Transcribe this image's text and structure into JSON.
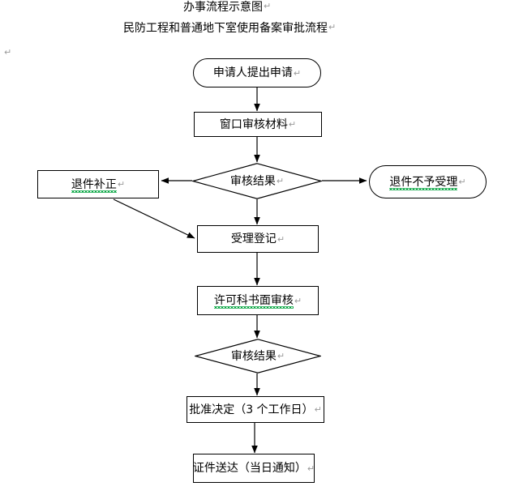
{
  "document": {
    "title_main": "办事流程示意图",
    "title_sub": "民防工程和普通地下室使用备案审批流程",
    "paragraph_mark": "↵",
    "margin_mark": "↵"
  },
  "flowchart": {
    "type": "flowchart",
    "orientation": "top-to-bottom",
    "nodes": [
      {
        "id": "apply",
        "label": "申请人提出申请",
        "shape": "rounded-rectangle",
        "proofing_underline": false
      },
      {
        "id": "window",
        "label": "窗口审核材料",
        "shape": "rectangle",
        "proofing_underline": false
      },
      {
        "id": "decision1",
        "label": "审核结果",
        "shape": "diamond",
        "proofing_underline": false
      },
      {
        "id": "return_fix",
        "label": "退件补正",
        "shape": "rectangle",
        "proofing_underline": true
      },
      {
        "id": "reject",
        "label": "退件不予受理",
        "shape": "rounded-rectangle",
        "proofing_underline": true
      },
      {
        "id": "register",
        "label": "受理登记",
        "shape": "rectangle",
        "proofing_underline": false
      },
      {
        "id": "review",
        "label": "许可科书面审核",
        "shape": "rectangle",
        "proofing_underline": true
      },
      {
        "id": "decision2",
        "label": "审核结果",
        "shape": "diamond",
        "proofing_underline": false
      },
      {
        "id": "approve",
        "label": "批准决定（3 个工作日）",
        "shape": "rectangle",
        "proofing_underline": false
      },
      {
        "id": "deliver",
        "label": "证件送达（当日通知）",
        "shape": "rectangle",
        "proofing_underline": false
      }
    ],
    "edges": [
      {
        "from": "apply",
        "to": "window",
        "label": ""
      },
      {
        "from": "window",
        "to": "decision1",
        "label": ""
      },
      {
        "from": "decision1",
        "to": "return_fix",
        "label": ""
      },
      {
        "from": "decision1",
        "to": "reject",
        "label": ""
      },
      {
        "from": "decision1",
        "to": "register",
        "label": ""
      },
      {
        "from": "return_fix",
        "to": "register",
        "label": ""
      },
      {
        "from": "register",
        "to": "review",
        "label": ""
      },
      {
        "from": "review",
        "to": "decision2",
        "label": ""
      },
      {
        "from": "decision2",
        "to": "approve",
        "label": ""
      },
      {
        "from": "approve",
        "to": "deliver",
        "label": ""
      }
    ]
  },
  "colors": {
    "page_background": "#ffffff",
    "node_border": "#000000",
    "node_fill": "#ffffff",
    "connector": "#000000",
    "text": "#000000",
    "proofing_underline": "#00a33c",
    "paragraph_mark": "#9a9a9a"
  }
}
